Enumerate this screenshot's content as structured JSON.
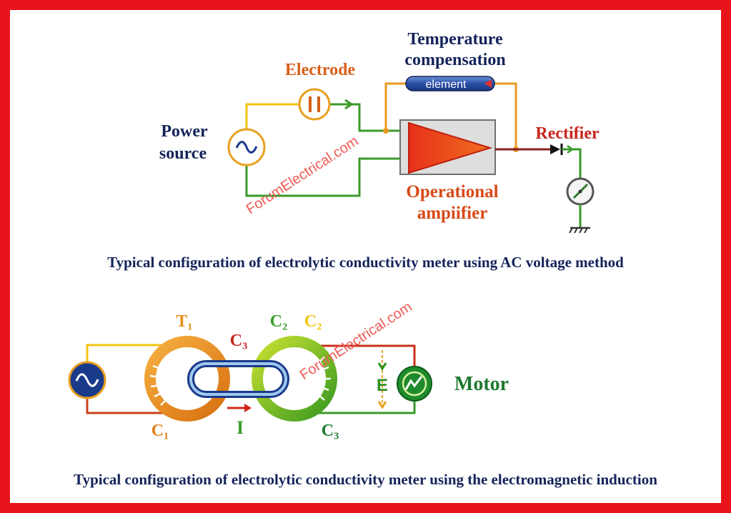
{
  "top_diagram": {
    "power_source": [
      "Power",
      "source"
    ],
    "electrode": "Electrode",
    "temperature_compensation": [
      "Temperature",
      "compensation"
    ],
    "element": "element",
    "rectifier": "Rectifier",
    "operational_amplifier": [
      "Operational",
      "ampiifier"
    ],
    "caption": "Typical configuration of electrolytic conductivity meter using AC voltage method"
  },
  "bottom_diagram": {
    "t1": "T₁",
    "c3_top": "C₃",
    "c2_green": "C₂",
    "c2_yellow": "C₂",
    "c1": "C₁",
    "current": "I",
    "c3_bottom": "C₃",
    "emf": "E",
    "motor": "Motor",
    "caption": "Typical configuration of electrolytic conductivity meter using the electromagnetic induction"
  },
  "watermark": "ForumElectrical.com",
  "colors": {
    "frame": "#e8141c",
    "navy": "#14235a",
    "orange": "#e0701a",
    "red": "#c8261c",
    "green": "#2e8f1e",
    "yellow": "#e8c020",
    "wire_red": "#b0301c",
    "wire_green": "#3a9a2a",
    "wire_yellow": "#f2c414"
  }
}
